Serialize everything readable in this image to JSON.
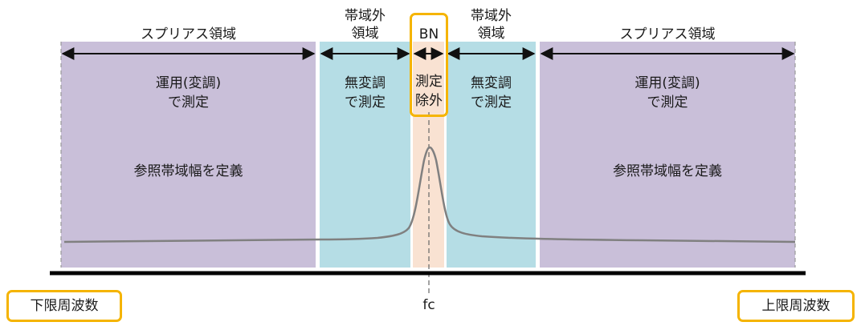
{
  "regions": {
    "spurious_left": {
      "label": "スプリアス領域",
      "note_line1": "運用(変調)",
      "note_line2": "で測定",
      "note_line3": "参照帯域幅を定義"
    },
    "oob_left": {
      "label_line1": "帯域外",
      "label_line2": "領域",
      "note_line1": "無変調",
      "note_line2": "で測定"
    },
    "bn": {
      "label": "BN",
      "note_line1": "測定",
      "note_line2": "除外"
    },
    "oob_right": {
      "label_line1": "帯域外",
      "label_line2": "領域",
      "note_line1": "無変調",
      "note_line2": "で測定"
    },
    "spurious_right": {
      "label": "スプリアス領域",
      "note_line1": "運用(変調)",
      "note_line2": "で測定",
      "note_line3": "参照帯域幅を定義"
    }
  },
  "axis": {
    "lower_label": "下限周波数",
    "upper_label": "上限周波数",
    "center_label": "fc"
  },
  "colors": {
    "spurious": "#c9bfd9",
    "out_of_band": "#b5dde5",
    "bn": "#f9e2d2",
    "highlight_border": "#f5b400",
    "spectrum_line": "#808080"
  }
}
